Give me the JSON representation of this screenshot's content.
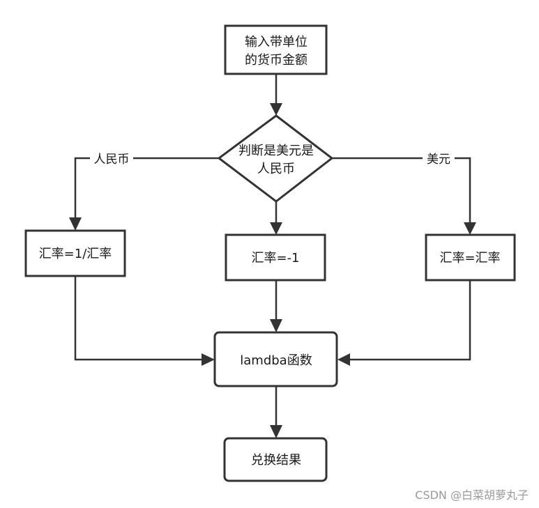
{
  "flowchart": {
    "nodes": {
      "input": {
        "lines": [
          "输入带单位",
          "的货币金额"
        ]
      },
      "decision": {
        "lines": [
          "判断是美元是",
          "人民币"
        ]
      },
      "rmb_rate": {
        "lines": [
          "汇率=1/汇率"
        ]
      },
      "middle_rate": {
        "lines": [
          "汇率=-1"
        ]
      },
      "usd_rate": {
        "lines": [
          "汇率=汇率"
        ]
      },
      "lambda": {
        "lines": [
          "lamdba函数"
        ]
      },
      "result": {
        "lines": [
          "兑换结果"
        ]
      }
    },
    "edge_labels": {
      "left": "人民币",
      "right": "美元"
    }
  },
  "watermark": "CSDN @白菜胡萝丸子"
}
